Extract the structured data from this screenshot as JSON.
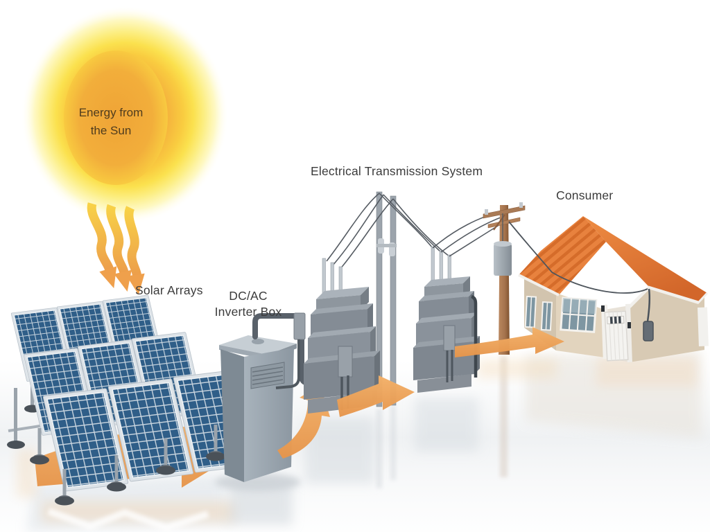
{
  "diagram": {
    "labels": {
      "sun_line1": "Energy from",
      "sun_line2": "the Sun",
      "solar_arrays": "Solar Arrays",
      "inverter_line1": "DC/AC",
      "inverter_line2": "Inverter Box",
      "transmission": "Electrical Transmission System",
      "consumer": "Consumer"
    },
    "nodes": [
      {
        "id": "sun",
        "label": "Energy from the Sun"
      },
      {
        "id": "solar-arrays",
        "label": "Solar Arrays"
      },
      {
        "id": "inverter",
        "label": "DC/AC Inverter Box"
      },
      {
        "id": "transmission",
        "label": "Electrical Transmission System"
      },
      {
        "id": "consumer",
        "label": "Consumer"
      }
    ],
    "flow": [
      "sun",
      "solar-arrays",
      "inverter",
      "transmission",
      "consumer"
    ],
    "colors": {
      "sun_core": "#EFA436",
      "sun_glow": "#FBE14E",
      "flow_arrow": "#ECA057",
      "panel_blue": "#2F5E88",
      "equipment_gray": "#8A929B",
      "pole_brown": "#A3714B",
      "roof_orange": "#E07A34",
      "wall_tan": "#DCCEB8",
      "label_text": "#3B3B3B"
    }
  }
}
